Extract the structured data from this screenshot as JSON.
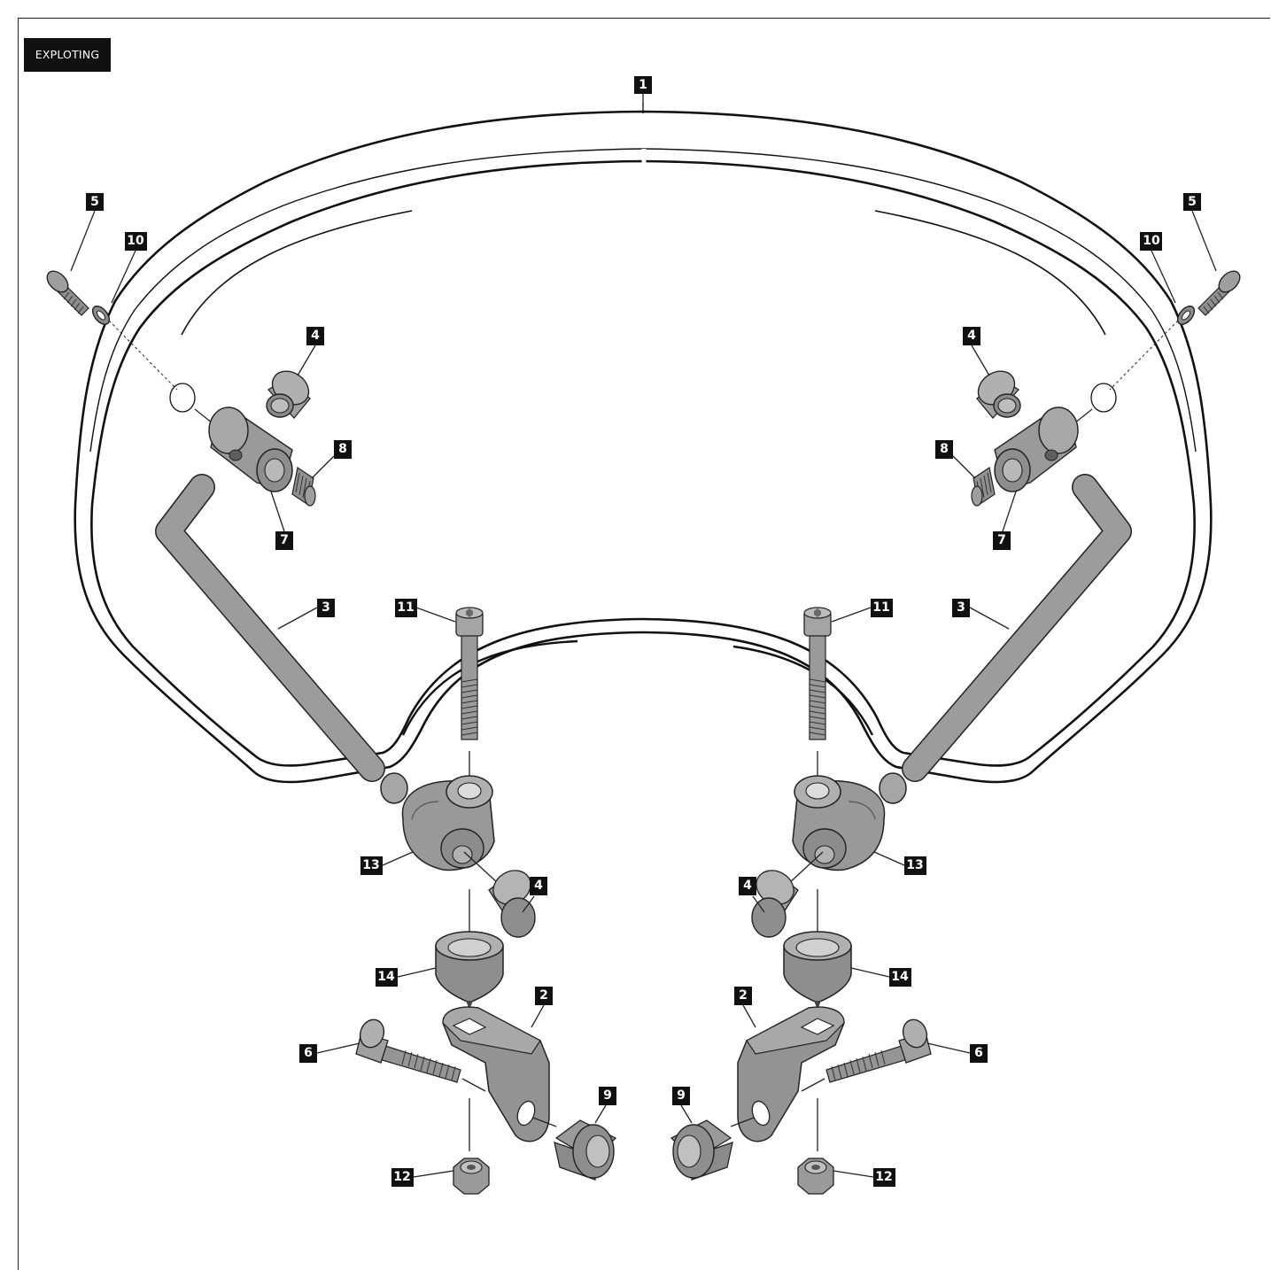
{
  "header": {
    "tag": "EXPLOTING"
  },
  "diagram": {
    "parts": [
      {
        "id": "label-1",
        "text": "1"
      },
      {
        "id": "label-5-left",
        "text": "5"
      },
      {
        "id": "label-10-left",
        "text": "10"
      },
      {
        "id": "label-5-right",
        "text": "5"
      },
      {
        "id": "label-10-right",
        "text": "10"
      },
      {
        "id": "label-4-upper-left",
        "text": "4"
      },
      {
        "id": "label-4-upper-right",
        "text": "4"
      },
      {
        "id": "label-8-left",
        "text": "8"
      },
      {
        "id": "label-8-right",
        "text": "8"
      },
      {
        "id": "label-7-left",
        "text": "7"
      },
      {
        "id": "label-7-right",
        "text": "7"
      },
      {
        "id": "label-3-left",
        "text": "3"
      },
      {
        "id": "label-3-right",
        "text": "3"
      },
      {
        "id": "label-11-left",
        "text": "11"
      },
      {
        "id": "label-11-right",
        "text": "11"
      },
      {
        "id": "label-13-left",
        "text": "13"
      },
      {
        "id": "label-13-right",
        "text": "13"
      },
      {
        "id": "label-4-lower-left",
        "text": "4"
      },
      {
        "id": "label-4-lower-right",
        "text": "4"
      },
      {
        "id": "label-14-left",
        "text": "14"
      },
      {
        "id": "label-14-right",
        "text": "14"
      },
      {
        "id": "label-2-left",
        "text": "2"
      },
      {
        "id": "label-2-right",
        "text": "2"
      },
      {
        "id": "label-6-left",
        "text": "6"
      },
      {
        "id": "label-6-right",
        "text": "6"
      },
      {
        "id": "label-9-left",
        "text": "9"
      },
      {
        "id": "label-9-right",
        "text": "9"
      },
      {
        "id": "label-12-left",
        "text": "12"
      },
      {
        "id": "label-12-right",
        "text": "12"
      }
    ]
  }
}
